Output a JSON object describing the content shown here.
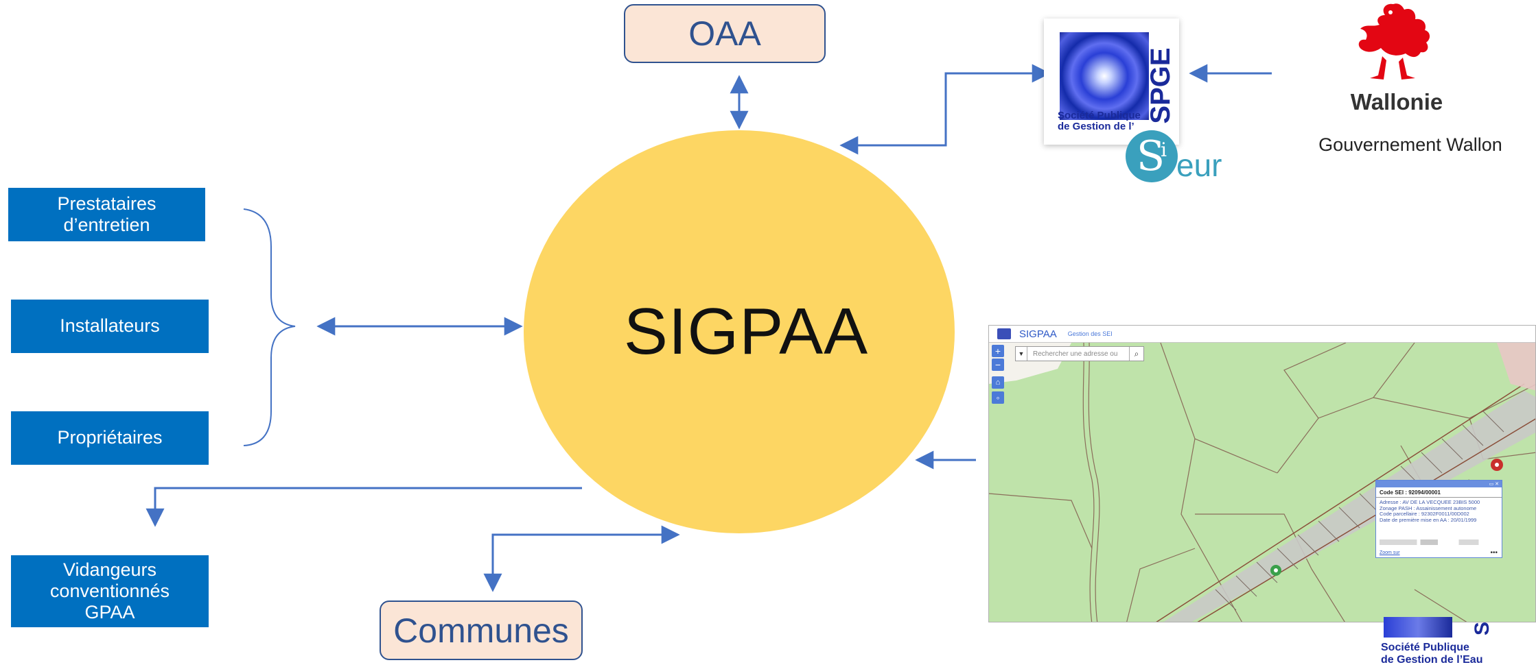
{
  "hub": {
    "label": "SIGPAA"
  },
  "top_box": {
    "label": "OAA"
  },
  "bottom_box": {
    "label": "Communes"
  },
  "actors": {
    "prestataires": "Prestataires\nd’entretien",
    "installateurs": "Installateurs",
    "proprietaires": "Propriétaires",
    "vidangeurs": "Vidangeurs\nconventionnés\nGPAA"
  },
  "logos": {
    "spge_letters": "SPGE",
    "spge_tagline": "Société Publique\nde Gestion de l’",
    "sieur_i": "i",
    "sieur_s": "S",
    "sieur_suffix": "eur",
    "wallonie_word": "Wallonie",
    "government_label": "Gouvernement Wallon",
    "spge_bottom_tagline": "Société Publique\nde Gestion de l’Eau",
    "spge_bottom_letter": "S"
  },
  "map_screenshot": {
    "app_title": "SIGPAA",
    "app_subtitle": "Gestion des SEI",
    "search_placeholder": "Rechercher une adresse ou",
    "controls": {
      "zoom_in": "+",
      "zoom_out": "−",
      "home": "⌂",
      "extra": "◦"
    },
    "popup": {
      "title": "Code SEI : 92094/00001",
      "lines": [
        "Adresse : AV DE LA VECQUEE 23BIS 5000",
        "Zonage PASH : Assainissement autonome",
        "Code parcellaire : 92302F0011/00D002",
        "Date de première mise en AA : 20/01/1999"
      ],
      "zoom_link": "Zoom sur",
      "more": "•••"
    }
  },
  "colors": {
    "hub": "#fdd663",
    "actor_box": "#0070c0",
    "peach_box": "#fbe5d6",
    "arrow": "#4472c4",
    "wallonie_red": "#e30613"
  }
}
